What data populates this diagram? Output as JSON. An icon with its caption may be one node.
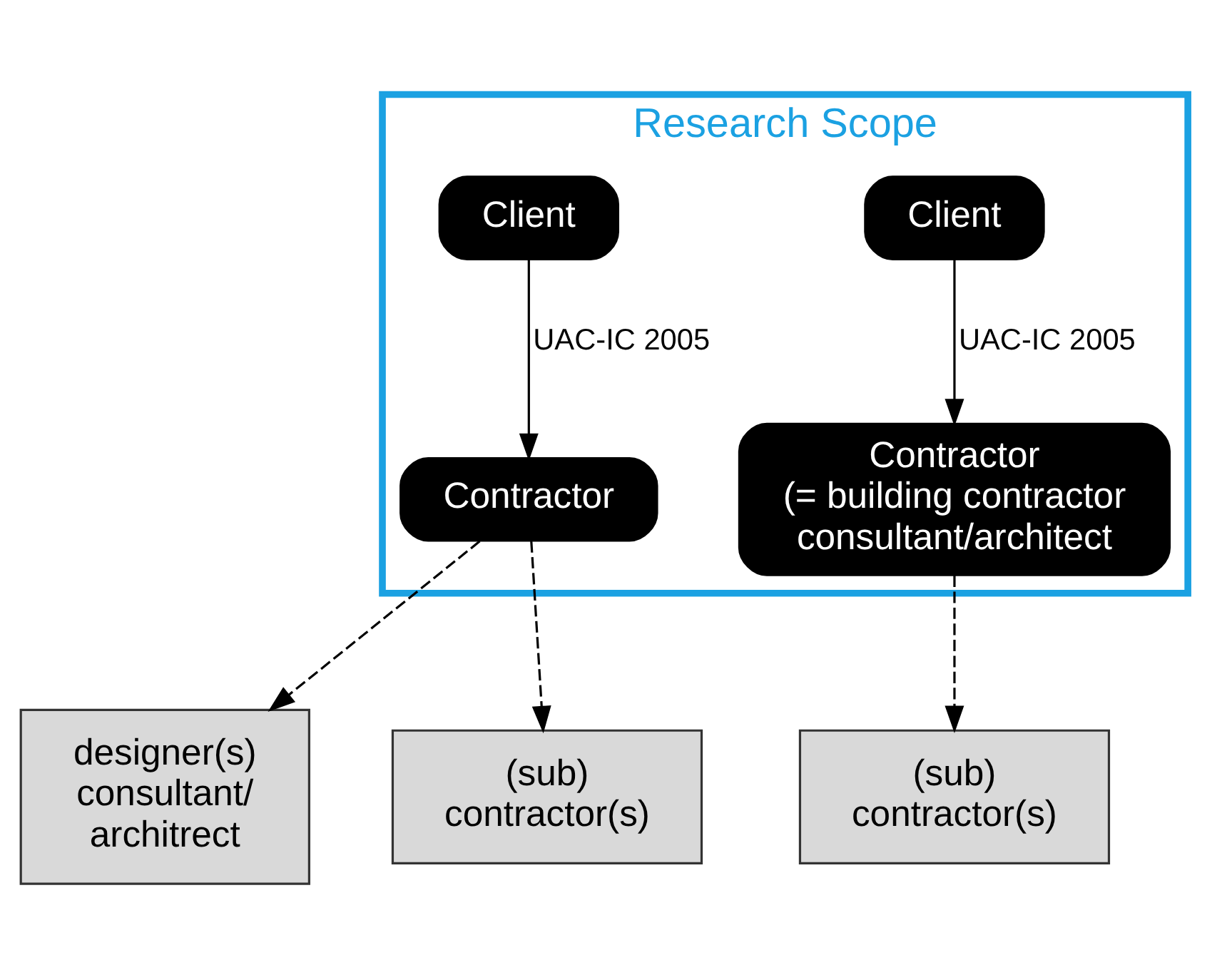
{
  "diagram": {
    "nodes": [
      {
        "text": [
          "Research Scope"
        ]
      },
      {
        "text": [
          "Client"
        ],
        "in": 0
      },
      {
        "text": [
          "Contractor"
        ],
        "in": 0
      },
      {
        "text": [
          "Client"
        ],
        "in": 0
      },
      {
        "text": [
          "Contractor (= building contractor consultant/architect"
        ],
        "in": 0
      },
      {
        "text": [
          "designer(s) consultant/ architrect"
        ]
      },
      {
        "text": [
          "(sub) contractor(s)"
        ]
      },
      {
        "text": [
          "(sub) contractor(s)"
        ]
      }
    ],
    "edges": [
      {
        "from": 1,
        "to": 2,
        "arrow": "to",
        "label": "UAC-IC 2005"
      },
      {
        "from": 3,
        "to": 4,
        "arrow": "to",
        "label": "UAC-IC 2005"
      },
      {
        "from": 2,
        "to": 5,
        "arrow": "to",
        "style": "dashed"
      },
      {
        "from": 2,
        "to": 6,
        "arrow": "to",
        "style": "dashed"
      },
      {
        "from": 4,
        "to": 7,
        "arrow": "to",
        "style": "dashed"
      }
    ]
  }
}
